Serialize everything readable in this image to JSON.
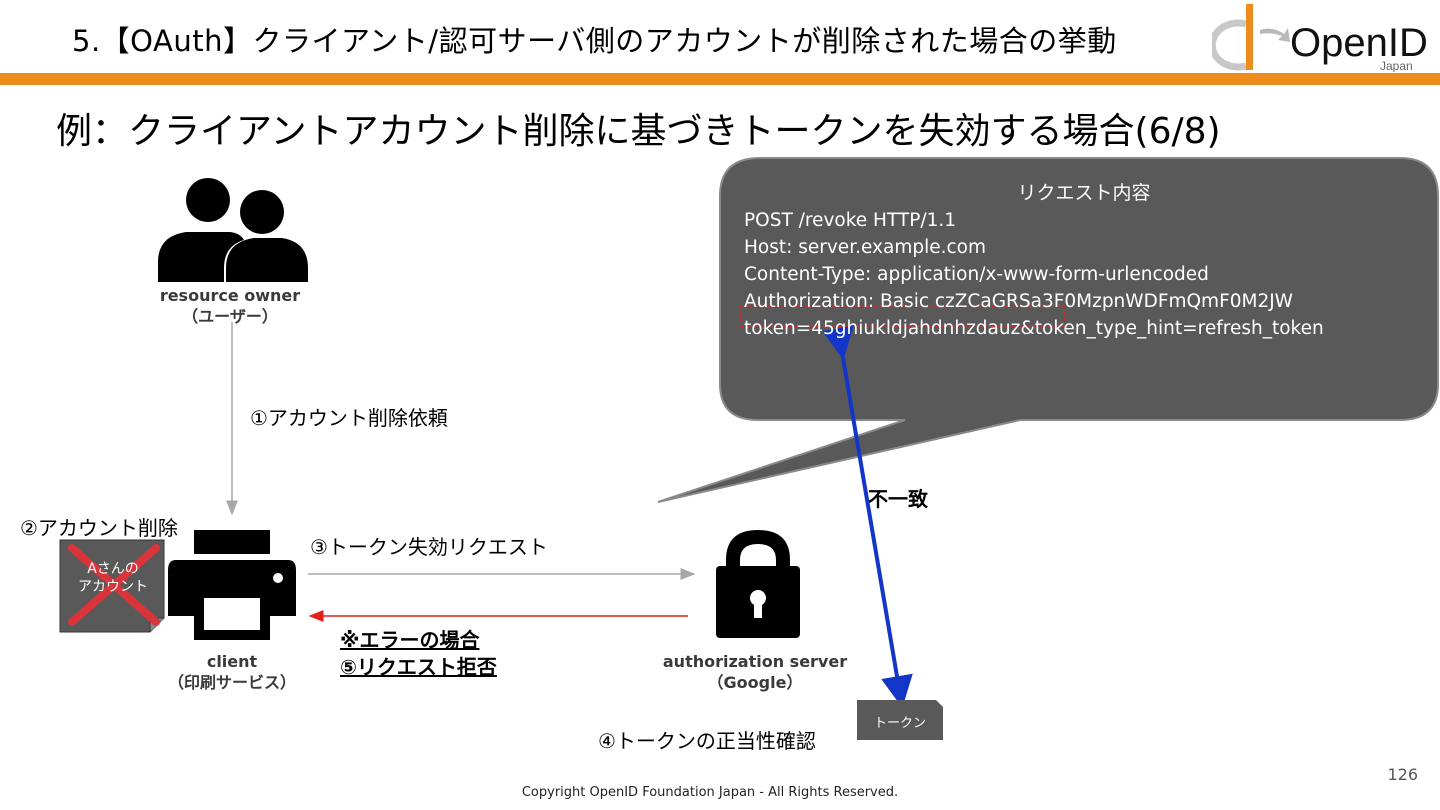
{
  "header": {
    "title": "5.【OAuth】クライアント/認可サーバ側のアカウントが削除された場合の挙動",
    "logo_text": "OpenID",
    "logo_sub": "Japan",
    "accent_color": "#ee8b1f"
  },
  "slide_title": "例：クライアントアカウント削除に基づきトークンを失効する場合(6/8)",
  "actors": {
    "resource_owner": {
      "name": "resource owner",
      "sub": "（ユーザー）",
      "icon": "users-icon"
    },
    "client": {
      "name": "client",
      "sub": "（印刷サービス）",
      "icon": "printer-icon"
    },
    "authorization_server": {
      "name": "authorization server",
      "sub": "（Google）",
      "icon": "lock-icon"
    }
  },
  "steps": {
    "step1": "①アカウント削除依頼",
    "step2": "②アカウント削除",
    "step3": "③トークン失効リクエスト",
    "step4": "④トークンの正当性確認",
    "error_line1": "※エラーの場合",
    "error_line2": "⑤リクエスト拒否"
  },
  "account_box": {
    "line1": "Aさんの",
    "line2": "アカウント"
  },
  "request_bubble": {
    "title": "リクエスト内容",
    "lines": [
      "POST /revoke HTTP/1.1",
      "Host: server.example.com",
      "Content-Type: application/x-www-form-urlencoded",
      "Authorization: Basic czZCaGRSa3F0MzpnWDFmQmF0M2JW",
      "token=45ghiukldjahdnhzdauz&token_type_hint=refresh_token"
    ]
  },
  "mismatch_label": "不一致",
  "token_label": "トークン",
  "page_number": "126",
  "copyright": "Copyright OpenID Foundation Japan - All Rights Reserved."
}
